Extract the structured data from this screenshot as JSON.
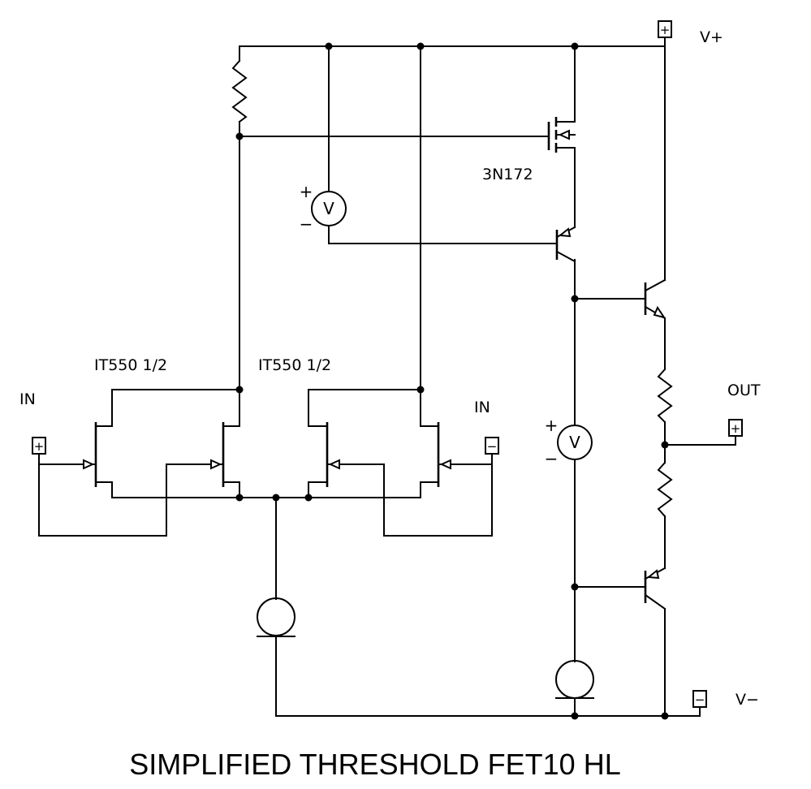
{
  "title": "SIMPLIFIED THRESHOLD FET10 HL",
  "labels": {
    "vplus": "V+",
    "vminus": "V−",
    "out": "OUT",
    "in_left": "IN",
    "in_right": "IN",
    "fet_left": "IT550 1/2",
    "fet_right": "IT550 1/2",
    "mosfet": "3N172"
  },
  "terminals": {
    "plus": "+",
    "minus": "−"
  },
  "sources": {
    "voltage_symbol": "V",
    "plus_sign": "+",
    "minus_sign": "−"
  }
}
